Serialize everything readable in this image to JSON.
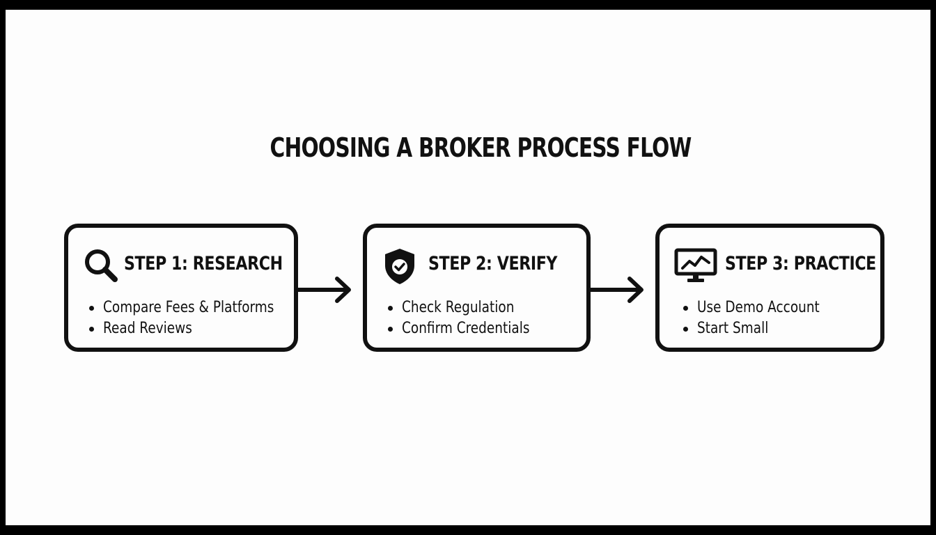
{
  "title": "CHOOSING A BROKER PROCESS FLOW",
  "steps": [
    {
      "title": "STEP 1: RESEARCH",
      "icon": "magnifying-glass-icon",
      "bullets": [
        "Compare Fees & Platforms",
        "Read Reviews"
      ]
    },
    {
      "title": "STEP 2: VERIFY",
      "icon": "shield-check-icon",
      "bullets": [
        "Check Regulation",
        "Confirm Credentials"
      ]
    },
    {
      "title": "STEP 3: PRACTICE",
      "icon": "monitor-chart-icon",
      "bullets": [
        "Use Demo Account",
        "Start Small"
      ]
    }
  ],
  "colors": {
    "background": "#fdfdfd",
    "ink": "#111111",
    "border": "#000000"
  }
}
